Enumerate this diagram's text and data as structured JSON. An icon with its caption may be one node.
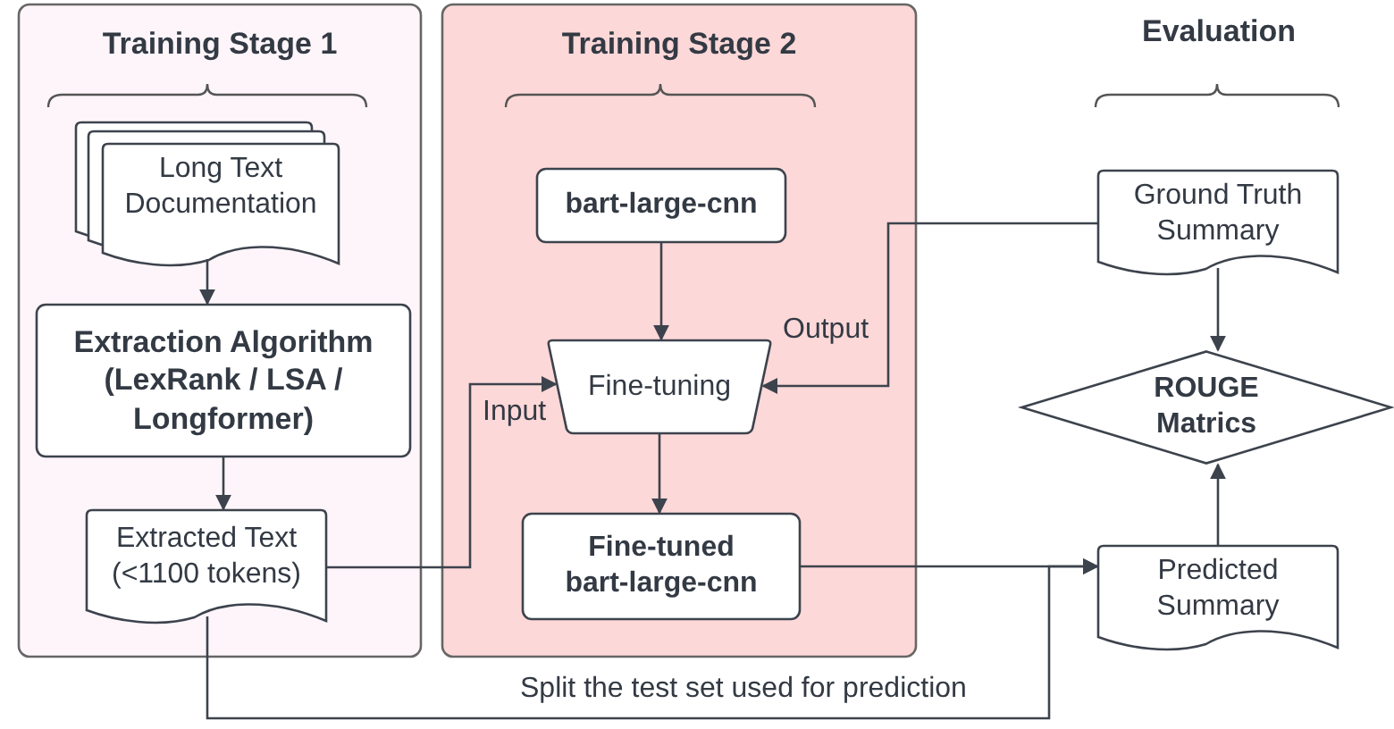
{
  "diagram": {
    "nodes": [
      {
        "text": [
          "Training Stage 1"
        ]
      },
      {
        "text": [
          "Long Text Documentation"
        ],
        "in": 0
      },
      {
        "text": [
          "Extraction Algorithm (LexRank / LSA / Longformer)"
        ],
        "in": 0
      },
      {
        "text": [
          "Extracted Text (<1100 tokens)"
        ],
        "in": 0
      },
      {
        "text": [
          "Training Stage 2"
        ]
      },
      {
        "text": [
          "bart-large-cnn"
        ],
        "in": 4
      },
      {
        "text": [
          "Fine-tuning"
        ],
        "in": 4
      },
      {
        "text": [
          "Fine-tuned bart-large-cnn"
        ],
        "in": 4
      },
      {
        "text": [
          "Ground Truth Summary"
        ]
      },
      {
        "text": [
          "ROUGE Matrics"
        ]
      },
      {
        "text": [
          "Predicted Summary"
        ]
      }
    ],
    "edges": [
      {
        "from": 1,
        "to": 2,
        "arrow": "to"
      },
      {
        "from": 2,
        "to": 3,
        "arrow": "to"
      },
      {
        "from": 3,
        "to": 6,
        "arrow": "to",
        "label": "Input"
      },
      {
        "from": 5,
        "to": 6,
        "arrow": "to"
      },
      {
        "from": 8,
        "to": 6,
        "arrow": "to",
        "label": "Output"
      },
      {
        "from": 6,
        "to": 7,
        "arrow": "to"
      },
      {
        "from": 7,
        "to": 10,
        "arrow": "to"
      },
      {
        "from": 3,
        "to": 10,
        "arrow": "to",
        "label": "Split the test set used for prediction"
      },
      {
        "from": 8,
        "to": 9,
        "arrow": "to"
      },
      {
        "from": 10,
        "to": 9,
        "arrow": "to"
      }
    ],
    "labels": [
      "Evaluation"
    ]
  }
}
